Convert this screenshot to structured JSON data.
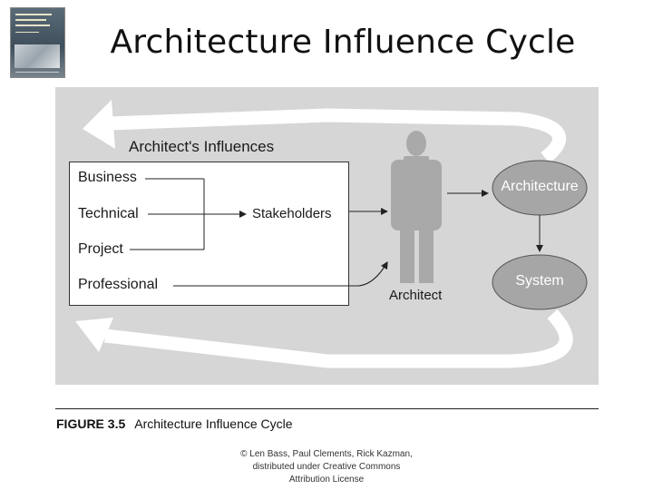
{
  "slide": {
    "title": "Architecture Influence Cycle"
  },
  "diagram": {
    "heading": "Architect's Influences",
    "influences": [
      "Business",
      "Technical",
      "Project",
      "Professional"
    ],
    "stakeholders": "Stakeholders",
    "architect": "Architect",
    "architecture": "Architecture",
    "system": "System"
  },
  "caption": {
    "number": "FIGURE 3.5",
    "text": "Architecture Influence Cycle"
  },
  "copyright": {
    "line1": "©  Len Bass, Paul Clements, Rick Kazman,",
    "line2": "distributed under Creative Commons",
    "line3": "Attribution License"
  },
  "colors": {
    "panel": "#d6d6d6",
    "ellipse": "#a6a6a6",
    "figure": "#a9a9a9"
  }
}
